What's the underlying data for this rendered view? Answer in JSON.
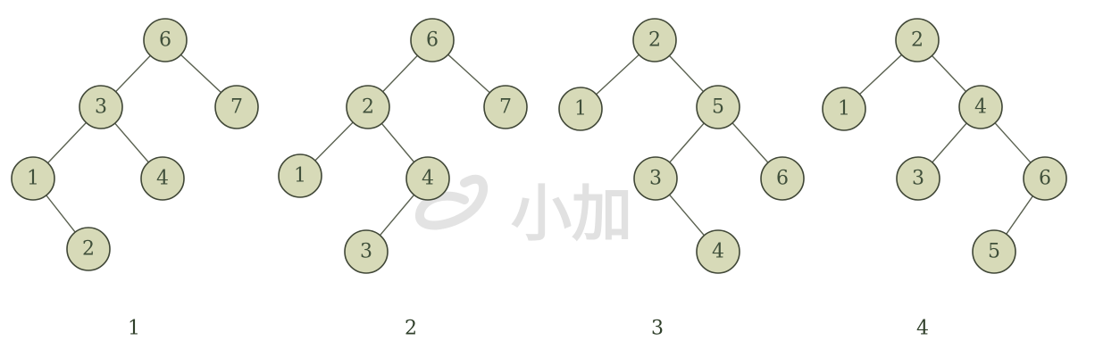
{
  "trees": [
    {
      "caption": "1",
      "nodes": [
        {
          "id": "a",
          "label": "6"
        },
        {
          "id": "b",
          "label": "3"
        },
        {
          "id": "c",
          "label": "7"
        },
        {
          "id": "d",
          "label": "1"
        },
        {
          "id": "e",
          "label": "4"
        },
        {
          "id": "f",
          "label": "2"
        }
      ],
      "edges": [
        [
          "a",
          "b"
        ],
        [
          "a",
          "c"
        ],
        [
          "b",
          "d"
        ],
        [
          "b",
          "e"
        ],
        [
          "d",
          "f"
        ]
      ]
    },
    {
      "caption": "2",
      "nodes": [
        {
          "id": "a",
          "label": "6"
        },
        {
          "id": "b",
          "label": "2"
        },
        {
          "id": "c",
          "label": "7"
        },
        {
          "id": "d",
          "label": "1"
        },
        {
          "id": "e",
          "label": "4"
        },
        {
          "id": "f",
          "label": "3"
        }
      ],
      "edges": [
        [
          "a",
          "b"
        ],
        [
          "a",
          "c"
        ],
        [
          "b",
          "d"
        ],
        [
          "b",
          "e"
        ],
        [
          "e",
          "f"
        ]
      ]
    },
    {
      "caption": "3",
      "nodes": [
        {
          "id": "a",
          "label": "2"
        },
        {
          "id": "b",
          "label": "1"
        },
        {
          "id": "c",
          "label": "5"
        },
        {
          "id": "d",
          "label": "3"
        },
        {
          "id": "e",
          "label": "6"
        },
        {
          "id": "f",
          "label": "4"
        }
      ],
      "edges": [
        [
          "a",
          "b"
        ],
        [
          "a",
          "c"
        ],
        [
          "c",
          "d"
        ],
        [
          "c",
          "e"
        ],
        [
          "d",
          "f"
        ]
      ]
    },
    {
      "caption": "4",
      "nodes": [
        {
          "id": "a",
          "label": "2"
        },
        {
          "id": "b",
          "label": "1"
        },
        {
          "id": "c",
          "label": "4"
        },
        {
          "id": "d",
          "label": "3"
        },
        {
          "id": "e",
          "label": "6"
        },
        {
          "id": "f",
          "label": "5"
        }
      ],
      "edges": [
        [
          "a",
          "b"
        ],
        [
          "a",
          "c"
        ],
        [
          "c",
          "d"
        ],
        [
          "c",
          "e"
        ],
        [
          "e",
          "f"
        ]
      ]
    }
  ],
  "watermark": {
    "text": "小加"
  },
  "colors": {
    "node_fill": "#d7dab8",
    "node_stroke": "#3f4636",
    "edge": "#5a6150",
    "label": "#3f4f3a"
  }
}
